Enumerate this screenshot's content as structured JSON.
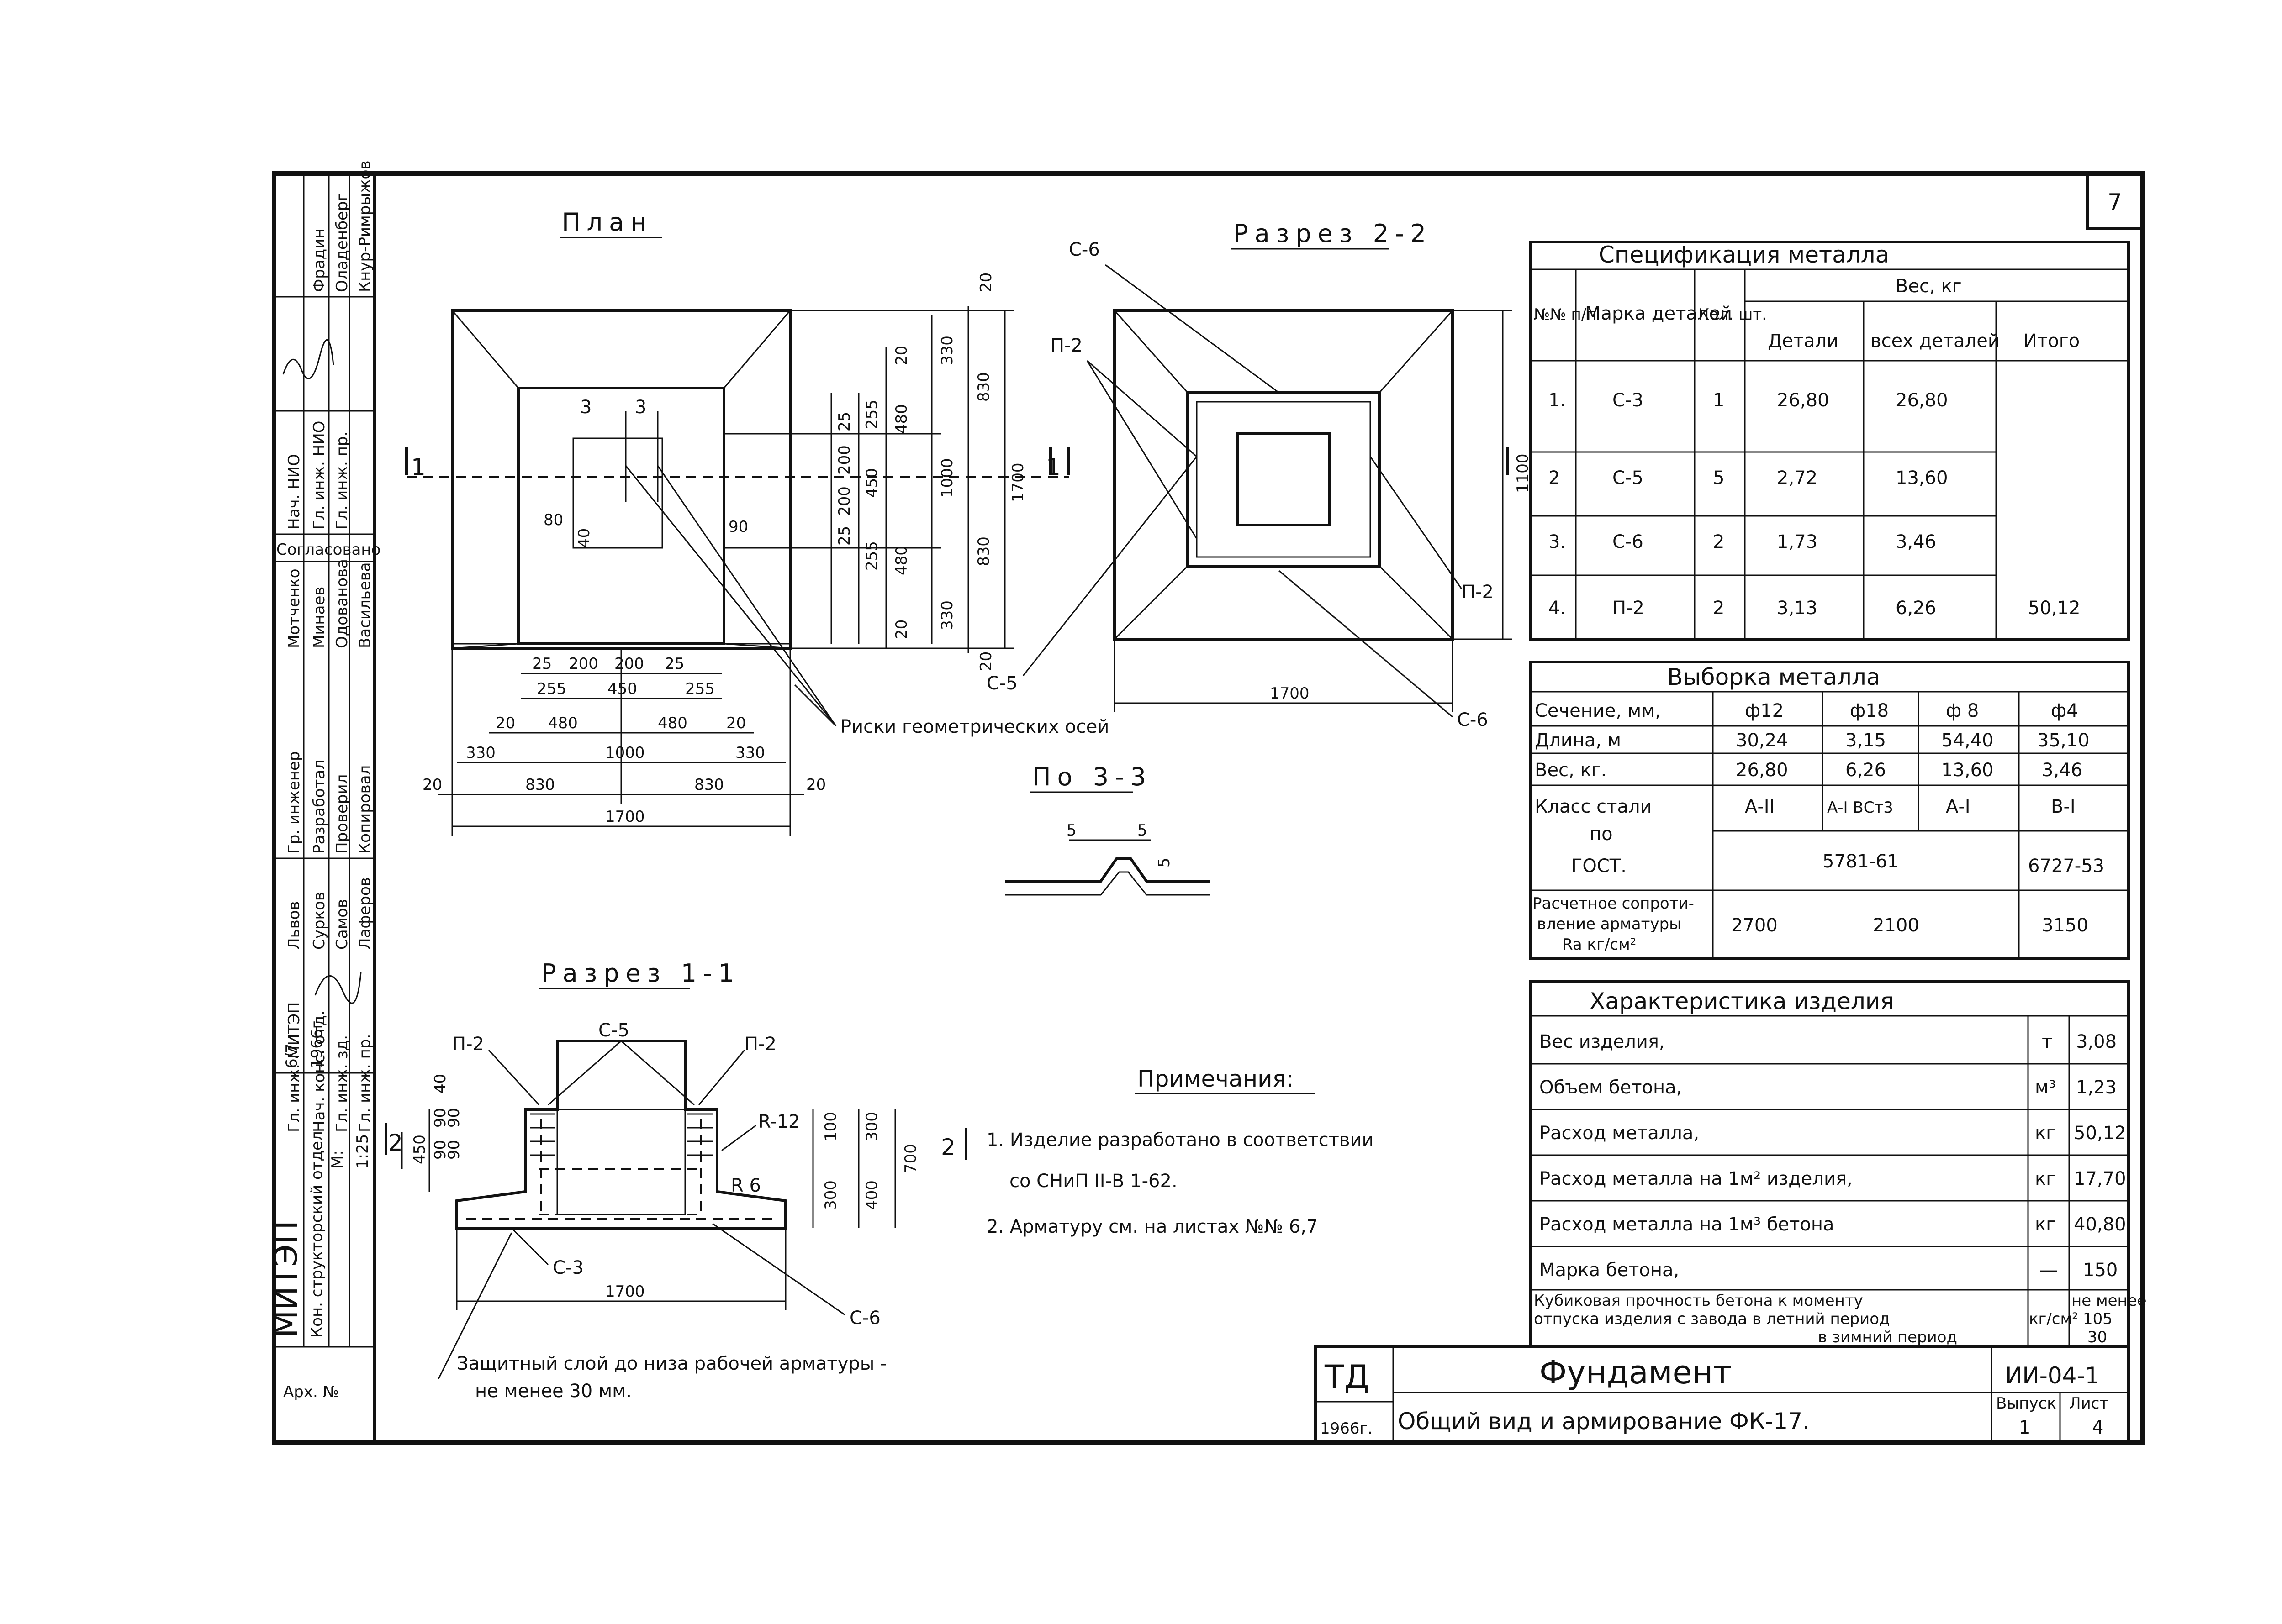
{
  "sheet": {
    "number": "7",
    "org": "МИТЭП",
    "org_sub": "Кон. структорский отдел",
    "year": "1966г.",
    "album": "ТД",
    "album_year": "1966г.",
    "title": "Фундамент",
    "subtitle": "Общий вид и армирование ФК-17.",
    "code": "ИИ-04-1",
    "issue_label": "Выпуск",
    "issue": "1",
    "sheet_label": "Лист",
    "sheet_no": "4",
    "scale_label": "М:",
    "scale": "1:25",
    "arch_no": "Арх. №",
    "stamp_date": "6/7"
  },
  "titleblock": {
    "roles": [
      "Фрадин",
      "Оладенберг",
      "Кнур-Римрыжов",
      "Нач. НИО",
      "Гл. инж. НИО",
      "Гл. инж. пр.",
      "Согласовано",
      "Мотченко",
      "Минаев",
      "Одованова",
      "Васильева",
      "Гр. инженер",
      "Разработал",
      "Проверил",
      "Копировал",
      "Львов",
      "Сурков",
      "Самов",
      "Лаферов",
      "Гл. инж. МИТЭП",
      "Нач. конс. отд.",
      "Гл. инж. зд.",
      "Гл. инж. пр."
    ]
  },
  "views": {
    "plan_title": "План",
    "section22_title": "Разрез 2-2",
    "section11_title": "Разрез 1-1",
    "section33_title": "По 3-3",
    "cut1": "1",
    "cut2": "2",
    "cut3": "3"
  },
  "plan_dims": {
    "bottom_row1": [
      "25",
      "200",
      "200",
      "25"
    ],
    "bottom_row2": [
      "255",
      "450",
      "255"
    ],
    "bottom_row3": [
      "20",
      "480",
      "480",
      "20"
    ],
    "bottom_row4": [
      "330",
      "1000",
      "330"
    ],
    "bottom_row5": [
      "20",
      "830",
      "830",
      "20"
    ],
    "bottom_total": "1700",
    "right_col1": [
      "25",
      "200",
      "200",
      "25"
    ],
    "right_col2": [
      "255",
      "450",
      "255"
    ],
    "right_col3": [
      "20",
      "480",
      "480",
      "20"
    ],
    "right_col4": [
      "330",
      "1000",
      "330"
    ],
    "right_col5": [
      "20",
      "830",
      "830",
      "20"
    ],
    "right_total": "1700",
    "hole_80": "80",
    "hole_90": "90",
    "hole_40": "40",
    "axis_note": "Риски геометрических осей"
  },
  "s22": {
    "c6": "С-6",
    "p2": "П-2",
    "c5": "С-5",
    "width": "1700",
    "height": "1100"
  },
  "s33": {
    "a": "5",
    "b": "5",
    "c": "5"
  },
  "s11": {
    "p2a": "П-2",
    "c5": "С-5",
    "p2b": "П-2",
    "r12": "R-12",
    "r6": "R 6",
    "c3": "С-3",
    "c6": "С-6",
    "width": "1700",
    "left_dims": [
      "40",
      "90",
      "90",
      "90",
      "90",
      "450"
    ],
    "right_dims": [
      "100",
      "300",
      "700",
      "300",
      "400"
    ],
    "note": "Защитный слой до низа рабочей арматуры -",
    "note2": "не менее 30 мм."
  },
  "notes": {
    "title": "Примечания:",
    "n1": "1. Изделие разработано в соответствии",
    "n1b": "со СНиП II-В 1-62.",
    "n2": "2. Арматуру см. на листах №№ 6,7"
  },
  "spec": {
    "title": "Спецификация металла",
    "h_no": "№№ п/п",
    "h_mark": "Марка деталей",
    "h_qty": "Кол. шт.",
    "h_weight": "Вес, кг",
    "h_det": "Детали",
    "h_all": "всех деталей",
    "h_total": "Итого",
    "rows": [
      {
        "no": "1.",
        "mark": "С-3",
        "qty": "1",
        "det": "26,80",
        "all": "26,80"
      },
      {
        "no": "2",
        "mark": "С-5",
        "qty": "5",
        "det": "2,72",
        "all": "13,60"
      },
      {
        "no": "3.",
        "mark": "С-6",
        "qty": "2",
        "det": "1,73",
        "all": "3,46"
      },
      {
        "no": "4.",
        "mark": "П-2",
        "qty": "2",
        "det": "3,13",
        "all": "6,26"
      }
    ],
    "total": "50,12"
  },
  "sel": {
    "title": "Выборка металла",
    "h_sec": "Сечение, мм,",
    "h_len": "Длина, м",
    "h_wt": "Вес, кг.",
    "h_cls": "Класс стали по ГОСТ.",
    "h_cls1": "Класс стали",
    "h_cls2": "по",
    "h_cls3": "ГОСТ.",
    "h_res": "Расчетное сопротивление арматуры Ra кг/см²",
    "h_res1": "Расчетное сопроти-",
    "h_res2": "вление арматуры",
    "h_res3": "Ra кг/см²",
    "cols": [
      {
        "sec": "ф12",
        "len": "30,24",
        "wt": "26,80",
        "cls": "А-II"
      },
      {
        "sec": "ф18",
        "len": "3,15",
        "wt": "6,26",
        "cls": "А-I ВСт3"
      },
      {
        "sec": "ф 8",
        "len": "54,40",
        "wt": "13,60",
        "cls": "А-I"
      },
      {
        "sec": "ф4",
        "len": "35,10",
        "wt": "3,46",
        "cls": "В-I"
      }
    ],
    "gost1": "5781-61",
    "gost2": "6727-53",
    "res1": "2700",
    "res2": "2100",
    "res3": "3150"
  },
  "char": {
    "title": "Характеристика изделия",
    "rows": [
      {
        "name": "Вес изделия,",
        "unit": "т",
        "val": "3,08"
      },
      {
        "name": "Объем бетона,",
        "unit": "м³",
        "val": "1,23"
      },
      {
        "name": "Расход металла,",
        "unit": "кг",
        "val": "50,12"
      },
      {
        "name": "Расход металла на 1м² изделия,",
        "unit": "кг",
        "val": "17,70"
      },
      {
        "name": "Расход металла на 1м³ бетона",
        "unit": "кг",
        "val": "40,80"
      },
      {
        "name": "Марка бетона,",
        "unit": "—",
        "val": "150"
      }
    ],
    "last_name1": "Кубиковая прочность бетона к моменту",
    "last_name2": "отпуска изделия с завода в летний период",
    "last_name3": "в зимний период",
    "last_unit": "кг/см²",
    "last_val1": "не менее",
    "last_val2": "105",
    "last_val3": "30"
  }
}
